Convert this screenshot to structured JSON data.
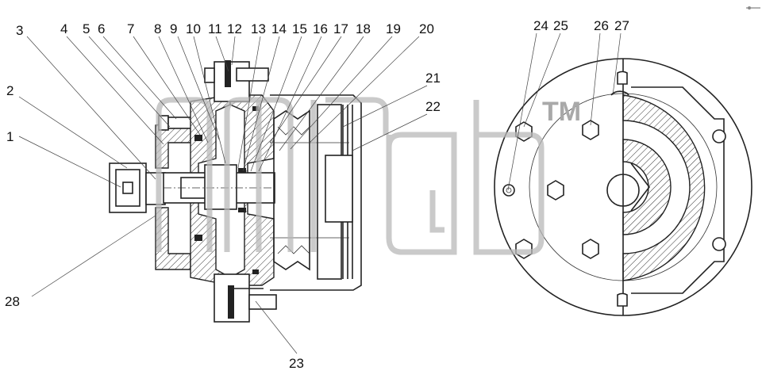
{
  "labels": [
    {
      "id": "1",
      "text": "1"
    },
    {
      "id": "2",
      "text": "2"
    },
    {
      "id": "3",
      "text": "3"
    },
    {
      "id": "4",
      "text": "4"
    },
    {
      "id": "5",
      "text": "5"
    },
    {
      "id": "6",
      "text": "6"
    },
    {
      "id": "7",
      "text": "7"
    },
    {
      "id": "8",
      "text": "8"
    },
    {
      "id": "9",
      "text": "9"
    },
    {
      "id": "10",
      "text": "10"
    },
    {
      "id": "11",
      "text": "11"
    },
    {
      "id": "12",
      "text": "12"
    },
    {
      "id": "13",
      "text": "13"
    },
    {
      "id": "14",
      "text": "14"
    },
    {
      "id": "15",
      "text": "15"
    },
    {
      "id": "16",
      "text": "16"
    },
    {
      "id": "17",
      "text": "17"
    },
    {
      "id": "18",
      "text": "18"
    },
    {
      "id": "19",
      "text": "19"
    },
    {
      "id": "20",
      "text": "20"
    },
    {
      "id": "21",
      "text": "21"
    },
    {
      "id": "22",
      "text": "22"
    },
    {
      "id": "23",
      "text": "23"
    },
    {
      "id": "24",
      "text": "24"
    },
    {
      "id": "25",
      "text": "25"
    },
    {
      "id": "26",
      "text": "26"
    },
    {
      "id": "27",
      "text": "27"
    },
    {
      "id": "28",
      "text": "28"
    }
  ],
  "watermark": {
    "text": "TM",
    "icon": "logo-watermark-icon"
  },
  "colors": {
    "line": "#222222",
    "watermark": "#b8b8b8",
    "background": "#ffffff"
  }
}
